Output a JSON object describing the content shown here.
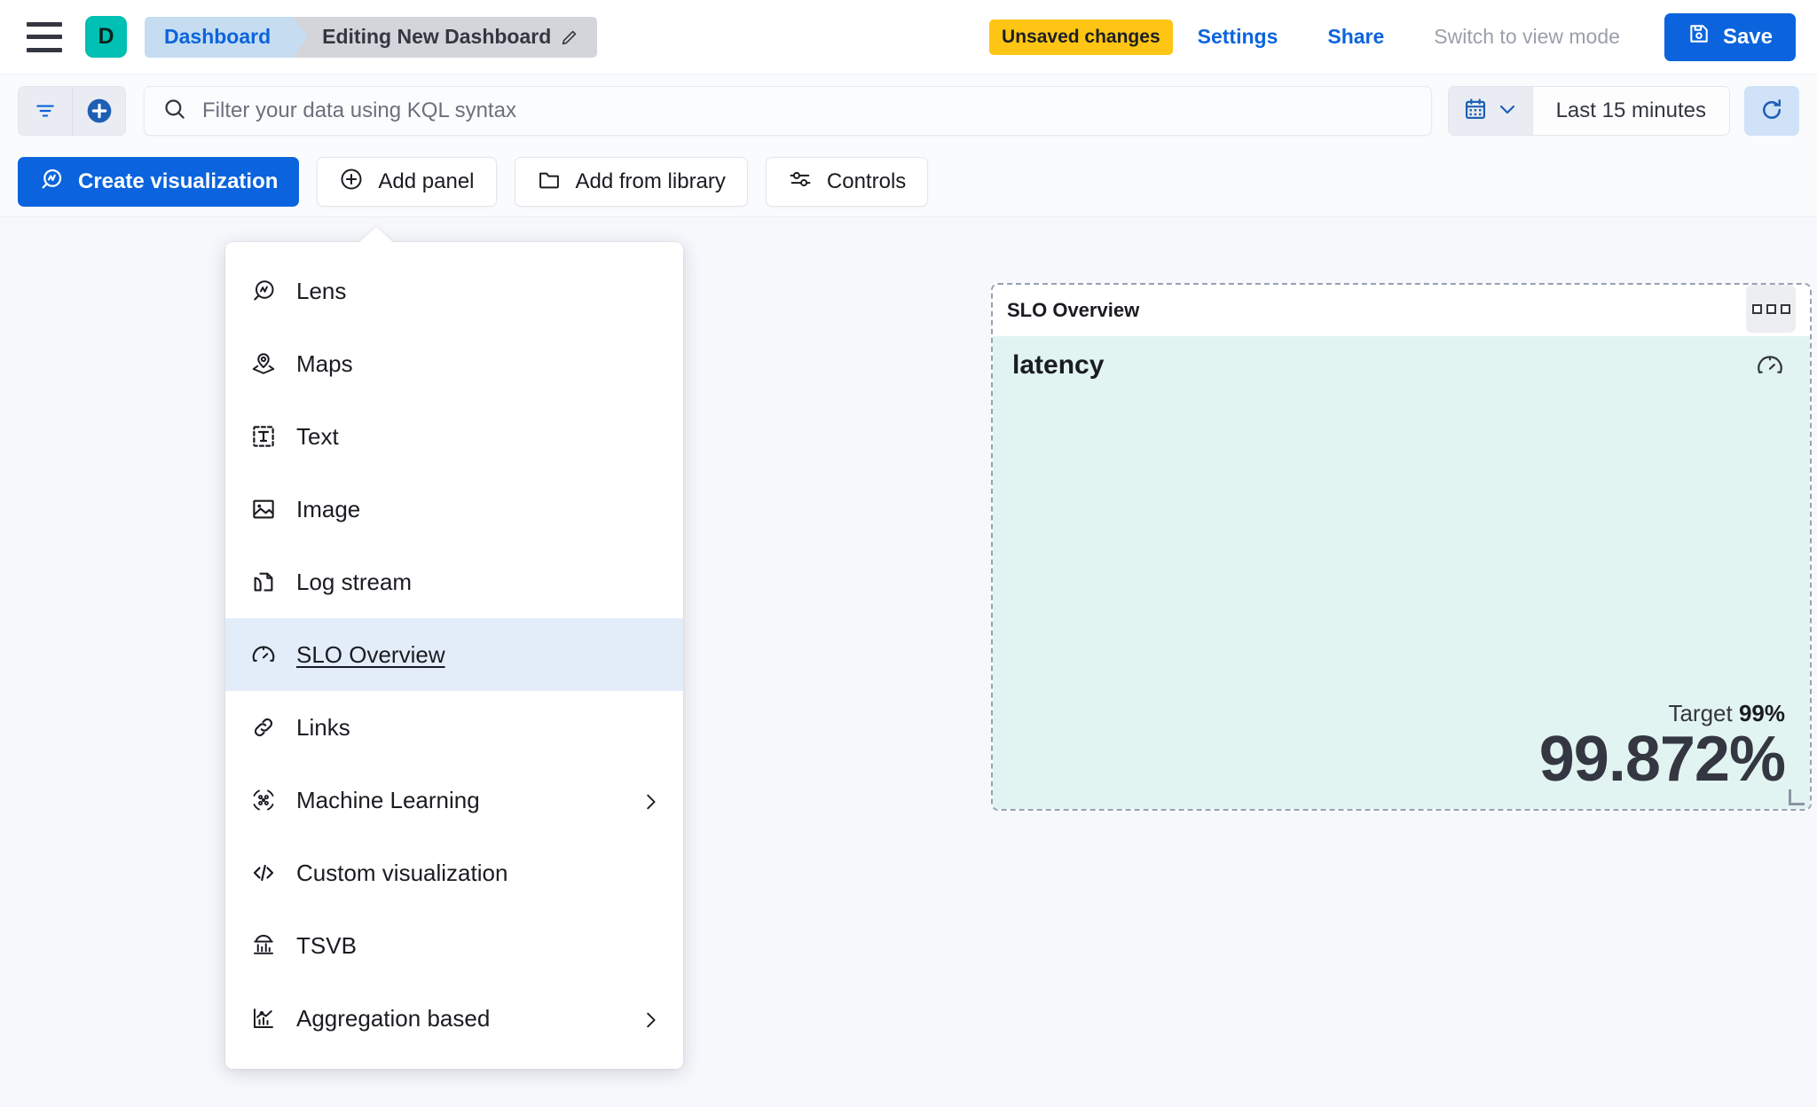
{
  "header": {
    "menu_icon": "hamburger-icon",
    "space_initial": "D",
    "breadcrumbs": [
      {
        "label": "Dashboard",
        "icon": ""
      },
      {
        "label": "Editing New Dashboard",
        "icon": "pencil-icon"
      }
    ],
    "unsaved_badge": "Unsaved changes",
    "settings_label": "Settings",
    "share_label": "Share",
    "switch_view_label": "Switch to view mode",
    "save_label": "Save",
    "save_icon": "floppy-disk-icon",
    "accent_color": "#0b64dd",
    "badge_color": "#fec514",
    "space_color": "#00bfb3"
  },
  "query_bar": {
    "filter_icon": "filter-icon",
    "add_filter_icon": "plus-circle-icon",
    "search_icon": "search-icon",
    "search_value": "",
    "search_placeholder": "Filter your data using KQL syntax",
    "calendar_icon": "calendar-icon",
    "calendar_chevron_icon": "chevron-down-icon",
    "date_range": "Last 15 minutes",
    "refresh_icon": "refresh-icon"
  },
  "toolbar": {
    "create_visualization_label": "Create visualization",
    "create_visualization_icon": "lens-icon",
    "add_panel_label": "Add panel",
    "add_panel_icon": "plus-circle-icon",
    "add_from_library_label": "Add from library",
    "add_from_library_icon": "folder-icon",
    "controls_label": "Controls",
    "controls_icon": "sliders-icon"
  },
  "add_panel_menu": {
    "items": [
      {
        "label": "Lens",
        "icon": "lens-icon",
        "has_submenu": false,
        "selected": false
      },
      {
        "label": "Maps",
        "icon": "map-pin-icon",
        "has_submenu": false,
        "selected": false
      },
      {
        "label": "Text",
        "icon": "text-box-icon",
        "has_submenu": false,
        "selected": false
      },
      {
        "label": "Image",
        "icon": "image-icon",
        "has_submenu": false,
        "selected": false
      },
      {
        "label": "Log stream",
        "icon": "log-stream-icon",
        "has_submenu": false,
        "selected": false
      },
      {
        "label": "SLO Overview",
        "icon": "gauge-icon",
        "has_submenu": false,
        "selected": true
      },
      {
        "label": "Links",
        "icon": "link-icon",
        "has_submenu": false,
        "selected": false
      },
      {
        "label": "Machine Learning",
        "icon": "ml-icon",
        "has_submenu": true,
        "selected": false
      },
      {
        "label": "Custom visualization",
        "icon": "code-icon",
        "has_submenu": false,
        "selected": false
      },
      {
        "label": "TSVB",
        "icon": "tsvb-icon",
        "has_submenu": false,
        "selected": false
      },
      {
        "label": "Aggregation based",
        "icon": "agg-chart-icon",
        "has_submenu": true,
        "selected": false
      }
    ]
  },
  "slo_panel": {
    "panel_title": "SLO Overview",
    "context_menu_icon": "grid-dots-icon",
    "slo_name": "latency",
    "gauge_icon": "gauge-icon",
    "target_label": "Target",
    "target_value": "99%",
    "sli_value": "99.872%",
    "body_bg": "#e2f4f1",
    "resize_handle_icon": "resize-corner-icon"
  }
}
